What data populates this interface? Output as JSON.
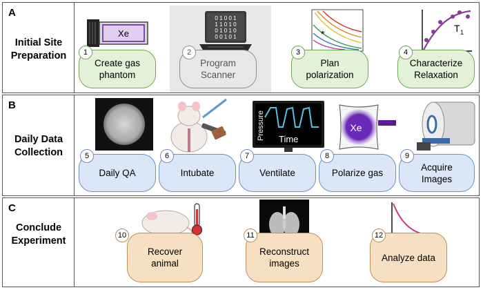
{
  "panels": [
    {
      "letter": "A",
      "title_line1": "Initial Site",
      "title_line2": "Preparation"
    },
    {
      "letter": "B",
      "title_line1": "Daily Data",
      "title_line2": "Collection"
    },
    {
      "letter": "C",
      "title_line1": "Conclude",
      "title_line2": "Experiment"
    }
  ],
  "steps": [
    {
      "num": "1",
      "line1": "Create gas",
      "line2": "phantom"
    },
    {
      "num": "2",
      "line1": "Program",
      "line2": "Scanner"
    },
    {
      "num": "3",
      "line1": "Plan",
      "line2": "polarization"
    },
    {
      "num": "4",
      "line1": "Characterize",
      "line2": "Relaxation"
    },
    {
      "num": "5",
      "line1": "Daily QA",
      "line2": ""
    },
    {
      "num": "6",
      "line1": "Intubate",
      "line2": ""
    },
    {
      "num": "7",
      "line1": "Ventilate",
      "line2": ""
    },
    {
      "num": "8",
      "line1": "Polarize gas",
      "line2": ""
    },
    {
      "num": "9",
      "line1": "Acquire",
      "line2": "Images"
    },
    {
      "num": "10",
      "line1": "Recover",
      "line2": "animal"
    },
    {
      "num": "11",
      "line1": "Reconstruct",
      "line2": "images"
    },
    {
      "num": "12",
      "line1": "Analyze data",
      "line2": ""
    }
  ],
  "illustrations": {
    "xe_label": "Xe",
    "binary_rows": [
      "0 1 0 0 1",
      "1 1 0 1 0",
      "0 1 0 1 0",
      "0 0 1 0 1"
    ],
    "t1_label": "T",
    "t1_sub": "1",
    "pressure_label": "Pressure",
    "time_label": "Time",
    "polarize_xe_label": "Xe"
  },
  "colors": {
    "green_fill": "#e4f1d9",
    "green_border": "#70a652",
    "blue_fill": "#dbe7f7",
    "blue_border": "#6c8ec6",
    "tan_fill": "#f6dfc3",
    "tan_border": "#bf8c5a",
    "xe_purple": "#5a1a9a",
    "curve_purple": "#8a3a9a",
    "analysis_curve": "#c4388a"
  }
}
